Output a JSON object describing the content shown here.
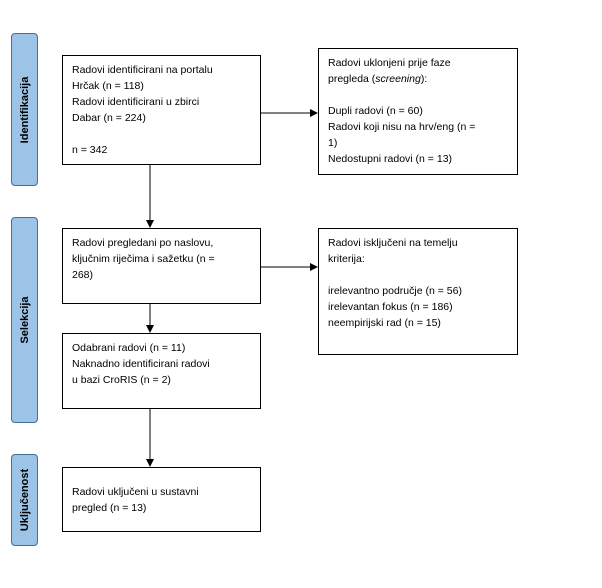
{
  "stages": {
    "identification": "Identifikacija",
    "selection": "Selekcija",
    "inclusion": "Uključenost"
  },
  "boxes": {
    "identified": {
      "line1": "Radovi identificirani na portalu",
      "line2": "Hrčak (n = 118)",
      "line3": "Radovi identificirani u zbirci",
      "line4": "Dabar (n = 224)",
      "line5": "n = 342"
    },
    "removed": {
      "line1": "Radovi uklonjeni prije faze",
      "line2_a": "pregleda (",
      "line2_b": "screening",
      "line2_c": "):",
      "line3": "Dupli radovi (n = 60)",
      "line4": "Radovi koji nisu na hrv/eng (n =",
      "line5": "1)",
      "line6": "Nedostupni radovi (n = 13)"
    },
    "screened": {
      "line1": "Radovi pregledani po naslovu,",
      "line2": "ključnim riječima i sažetku (n =",
      "line3": "268)"
    },
    "excluded": {
      "line1": "Radovi isključeni na temelju",
      "line2": "kriterija:",
      "line3": "irelevantno područje (n = 56)",
      "line4": "irelevantan fokus (n = 186)",
      "line5": "neempirijski rad (n = 15)"
    },
    "selected": {
      "line1": "Odabrani radovi (n = 11)",
      "line2": "Naknadno identificirani radovi",
      "line3": "u bazi CroRIS (n = 2)"
    },
    "included": {
      "line1": "Radovi uključeni u sustavni",
      "line2": "pregled (n = 13)"
    }
  }
}
